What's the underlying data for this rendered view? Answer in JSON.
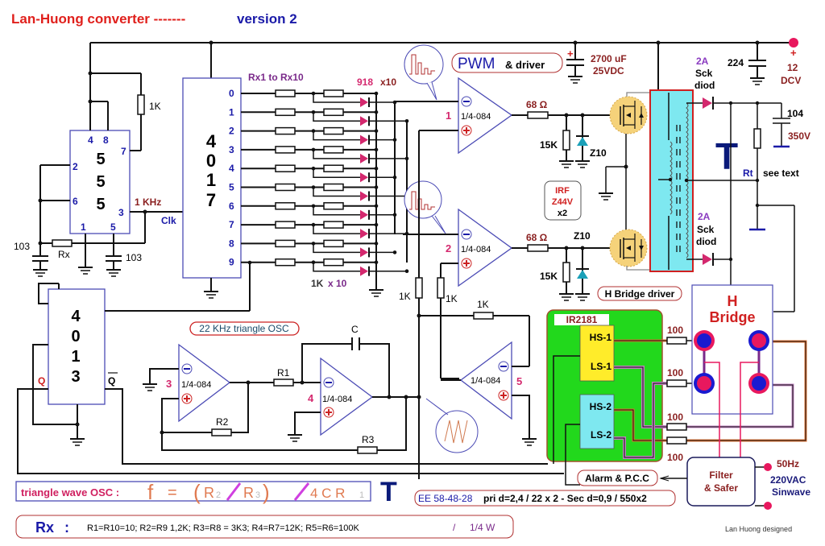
{
  "title": {
    "main": "Lan-Huong converter -------",
    "version": "version 2",
    "main_color": "#e0201c",
    "version_color": "#1a1aa8"
  },
  "ic555": {
    "digits": [
      "5",
      "5",
      "5"
    ],
    "pins": {
      "p4": "4",
      "p8": "8",
      "p7": "7",
      "p2": "2",
      "p6": "6",
      "p3": "3",
      "p1": "1",
      "p5": "5"
    },
    "r_top": "1K",
    "cap_left": "103",
    "cap_right": "103",
    "rx": "Rx",
    "freq": "1 KHz",
    "clk": "Clk"
  },
  "ic4017": {
    "digits": [
      "4",
      "0",
      "1",
      "7"
    ],
    "outputs": [
      "0",
      "1",
      "2",
      "3",
      "4",
      "5",
      "6",
      "7",
      "8",
      "9"
    ],
    "rx_label": "Rx1  to Rx10",
    "diode_label": "918",
    "diode_mult": "x10",
    "r_label": "1K",
    "r_mult": "x 10"
  },
  "pwm": {
    "label": "PWM",
    "label2": "& driver",
    "op1_num": "1",
    "op2_num": "2",
    "op_text": "1/4-084",
    "r_gate": "68 Ω",
    "r_pull": "15K",
    "zener": "Z10",
    "mosfet": {
      "l1": "IRF",
      "l2": "Z44V",
      "l3": "x2"
    },
    "r1k_a": "1K",
    "r1k_b": "1K",
    "r1k_c": "1K"
  },
  "power": {
    "cap_main": "2700 uF",
    "cap_main_v": "25VDC",
    "cap_224": "224",
    "plus": "+",
    "supply_v": "12",
    "supply_unit": "DCV"
  },
  "transformer": {
    "label": "T",
    "diode_top_a": "2A",
    "diode_top_b": "Sck",
    "diode_top_c": "diod",
    "diode_bot_a": "2A",
    "diode_bot_b": "Sck",
    "diode_bot_c": "diod",
    "cap_out": "104",
    "cap_out_v": "350V",
    "rt": "Rt",
    "rt_note": "see text"
  },
  "osc": {
    "title": "22 KHz triangle OSC",
    "op3_num": "3",
    "op4_num": "4",
    "op5_num": "5",
    "op_text": "1/4-084",
    "c": "C",
    "r1": "R1",
    "r2": "R2",
    "r3": "R3"
  },
  "ic4013": {
    "digits": [
      "4",
      "0",
      "1",
      "3"
    ],
    "q": "Q",
    "qbar": "Q"
  },
  "driver": {
    "box_label": "H Bridge driver",
    "chip": "IR2181",
    "hs1": "HS-1",
    "ls1": "LS-1",
    "hs2": "HS-2",
    "ls2": "LS-2",
    "r_values": [
      "100",
      "100",
      "100",
      "100"
    ]
  },
  "hbridge": {
    "l1": "H",
    "l2": "Bridge"
  },
  "filter": {
    "l1": "Filter",
    "l2": "& Safer",
    "freq": "50Hz",
    "v1": "220VAC",
    "v2": "Sinwave",
    "alarm": "Alarm & P.C.C"
  },
  "formula": {
    "prefix": "triangle wave OSC :",
    "f": "f",
    "eq": "=",
    "lp": "(",
    "r2": "R",
    "r2s": "2",
    "slash1": "/",
    "r3": "R",
    "r3s": "3",
    "rp": ")",
    "slash2": "/",
    "tail": "4 C R",
    "tails": "1"
  },
  "spec": {
    "t": "T",
    "core": "EE 58-48-28",
    "windings": "pri d=2,4 / 22 x 2 -  Sec d=0,9 / 550x2"
  },
  "rx_values": {
    "label": "Rx",
    "colon": ":",
    "values": "R1=R10=10; R2=R9 1,2K; R3=R8 = 3K3; R4=R7=12K; R5=R6=100K",
    "sep": "/",
    "power": "1/4 W"
  },
  "credit": "Lan Huong designed"
}
